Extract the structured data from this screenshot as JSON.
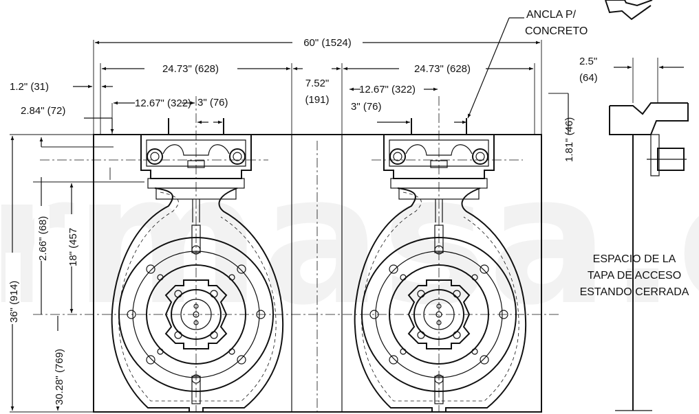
{
  "watermark": "rmasa.com",
  "dimensions": {
    "overall_width": "60\" (1524)",
    "left_unit_width": "24.73\" (628)",
    "right_unit_width": "24.73\" (628)",
    "gap_top": "7.52\"",
    "gap_bottom": "(191)",
    "left_margin": "1.2\" (31)",
    "offset_left_a": "12.67\" (322)",
    "offset_left_b": "3\" (76)",
    "offset_right_a": "12.67\" (322)",
    "offset_right_b": "3\" (76)",
    "edge_offset": "2.84\" (72)",
    "right_vertical": "1.81\" (46)",
    "side_top": "2.5\"",
    "side_bottom": "(64)",
    "height_total": "36\" (914)",
    "height_a": "2.66\" (68)",
    "height_b": "18\" (457",
    "height_c": "30.28\" (769)"
  },
  "notes": {
    "anchor_line1": "ANCLA P/",
    "anchor_line2": "CONCRETO",
    "access_line1": "ESPACIO DE LA",
    "access_line2": "TAPA DE ACCESO",
    "access_line3": "ESTANDO CERRADA"
  }
}
